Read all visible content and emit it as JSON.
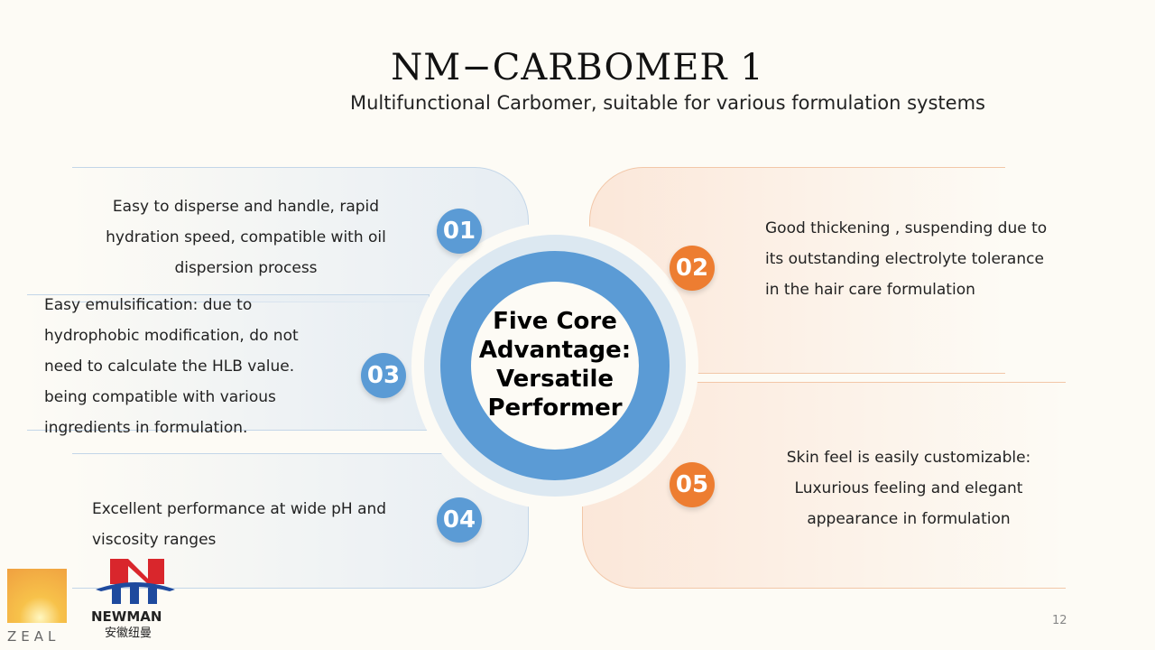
{
  "title": "NM−CARBOMER 1",
  "subtitle": "Multifunctional Carbomer, suitable for various formulation systems",
  "center": "Five Core Advantage: Versatile Performer",
  "items": [
    {
      "num": "01",
      "text": "Easy to disperse and handle, rapid hydration speed, compatible with oil dispersion process"
    },
    {
      "num": "02",
      "text": "Good thickening , suspending due to its outstanding electrolyte tolerance  in the hair care formulation"
    },
    {
      "num": "03",
      "text": "Easy emulsification: due to hydrophobic modification, do not need to calculate the HLB value. being compatible with various ingredients  in formulation."
    },
    {
      "num": "04",
      "text": "Excellent performance at wide pH and viscosity ranges"
    },
    {
      "num": "05",
      "text": "Skin feel is easily customizable: Luxurious feeling and elegant appearance in formulation"
    }
  ],
  "logos": {
    "zeal": "ZEAL",
    "newman": "NEWMAN",
    "newman_cn": "安徽纽曼"
  },
  "page_number": "12",
  "colors": {
    "blue": "#5b9bd5",
    "orange": "#ed7d31"
  }
}
